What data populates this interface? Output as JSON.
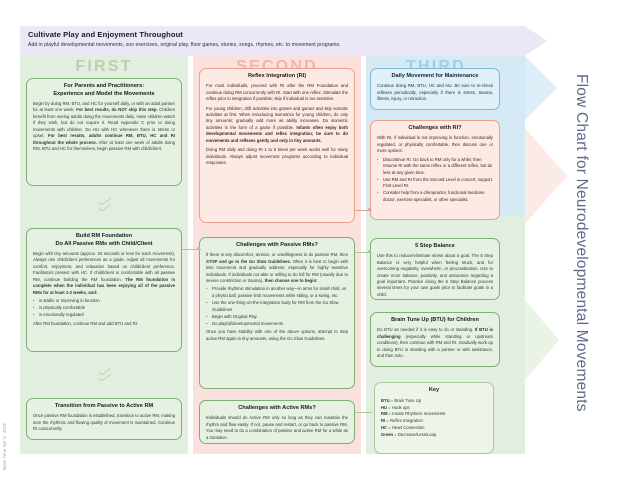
{
  "side_title": "Flow Chart for Neurodevelopmental Movements",
  "side_credit": "Brain Tune Up! © 2023",
  "banner": {
    "title": "Cultivate Play and Enjoyment Throughout",
    "subtitle": "Add in playful developmental movements, zoo exercises, original play, floor games, stories, songs, rhymes, etc. to movement programs."
  },
  "columns": {
    "first": {
      "label": "FIRST",
      "color": "#b6d3ad",
      "band_color": "#e2efe0"
    },
    "second": {
      "label": "SECOND",
      "color": "#f4b4a4",
      "band_color": "#fae1dd"
    },
    "third": {
      "label": "THIRD",
      "color": "#9ecfe4",
      "band_color": "#d6eaf5"
    }
  },
  "boxes": {
    "parents_practitioners": {
      "title": "For Parents and Practitioners:\nExperience and Model the Movements",
      "body": "Begin by doing RM, BTU, and HC for yourself daily, or with an adult partner for at least one week. <b>For best results, do NOT skip this step.</b> Children benefit from seeing adults doing the movements daily. Have children watch if they wish, but do not require it. Read Appendix C prior to doing movements with children. Do HU with HC whenever there is stress or upset. <b>For best results, adults continue RM, BTU, HC and RI throughout the whole process.</b> After at least one week of adults doing RM, BTU and HC for themselves, begin passive RM with child/client."
    },
    "build_foundation": {
      "title": "Build RM Foundation\nDo All Passive RMs with Child/Client",
      "body_1": "Begin with tiny amounts (approx. 20 seconds or less for each movement). Always use child/client preferences as a guide. Adjust all movements for comfort, enjoyment, and relaxation based on child/client preference. Facilitators present with HC. If child/client is comfortable with all passive RM, continue building the RM foundation. <b>The RM foundation is complete when the individual has been enjoying all of the passive RMs for at least 1-2 weeks, and:</b>",
      "bullets": [
        "is stable or improving in function",
        "is physically comfortable",
        "is emotionally regulated"
      ],
      "body_2": "After RM foundation, continue RM and add BTU and RI."
    },
    "transition_passive_active": {
      "title": "Transition from Passive to Active RM",
      "body": "Once passive RM foundation is established, transition to active RM, making sure the rhythmic and flowing quality of movement is maintained. Continue RI concurrently."
    },
    "reflex_integration": {
      "title": "Reflex Integration (RI)",
      "body_1": "For most individuals, proceed with RI after the RM Foundation and continue doing RM concurrently with RI. Start with one reflex. Stimulate the reflex prior to integration if possible; skip if individual is too sensitive.",
      "body_2": "For young children, drift activities into games and games and skip somatic activities at first. When introducing isometrics for young children, do only tiny amounts; gradually add more as ability increases. Do isometric activities in the form of a game if possible. <b>Infants often enjoy both developmental movements and reflex integration; be sure to do movements and reflexes gently and only in tiny amounts.</b>",
      "body_3": "Doing RM daily and doing RI 1 to 5 times per week works well for many individuals. Always adjust movement programs according to individual responses."
    },
    "challenges_passive": {
      "title": "Challenges with Passive RMs?",
      "body_1": "If there is any discomfort, tension, or unwillingness to do passive RM, then <b>STOP and go to the Go Slow Guidelines.</b> Often it is best to begin with less movement and gradually address, especially for highly sensitive individuals. If individuals not able or willing to do full for RM (usually due to severe constriction or trauma), <b>then choose one to begin:</b>",
      "bullets": [
        "Provide rhythmic stimulation in another way—in arms for small child, on a physio ball, passive limb movements while sitting, or a swing, etc.",
        "Use the one-thing-on-the-integration body for RM from the Go Slow Guidelines",
        "Begin with Original Play",
        "Do playful/developmental movements."
      ],
      "body_2": "Once you have stability with one of the above options, attempt to step active RM again in tiny amounts, using the Go Slow Guidelines."
    },
    "challenges_active": {
      "title": "Challenges with Active RMs?",
      "body": "Individuals should do Active RM only so long as they can maintain the rhythm and flow easily. If not, pause and restart, or go back to passive RM. You may need to do a combination of passive and active RM for a while as a transition."
    },
    "daily_movement": {
      "title": "Daily Movement for Maintenance",
      "body": "Continue doing RM, BTU, HC and HU. Be sure to re-check reflexes periodically, especially if there is stress, trauma, illness, injury, or retraction."
    },
    "challenges_ri": {
      "title": "Challenges with RI?",
      "body_1": "With RI, if individual is not improving in function, emotionally regulated, or physically comfortable, then discuss one or more options:",
      "bullets": [
        "Discontinue RI. Go back to RM only for a while; then resume RI with the same reflex or a different reflex, but do less at any given time.",
        "Use RM and RI from the Second Level in concert; support First Level RI.",
        "Consider help from a chiropractor, functional medicine doctor, exercise specialist, or other specialist."
      ]
    },
    "five_step_balance": {
      "title": "5 Step Balance",
      "body": "Use this to reduce/eliminate stress about a goal. The 5 Step Balance is very helpful when feeling stuck, and for overcoming negativity, overwhelm, or procrastination. Use to create more balance, positivity, and assurance regarding a goal important. Practice doing the 5 Step Balance process several times for your own goals prior to facilitate goals in a child."
    },
    "brain_tune_up": {
      "title": "Brain Tune Up (BTU) for Children",
      "body": "Do BTU as needed if it is easy to do or standing. <b>If BTU is challenging</b> (especially while standing or upstream conditions), then continue with RM and RI. Gradually work up to doing BTU in standing with a partner or with assistance, and then solo."
    }
  },
  "key": {
    "title": "Key",
    "items": [
      {
        "abbr": "BTU",
        "def": "= Brain Tune Up"
      },
      {
        "abbr": "HU",
        "def": "= Hook ups"
      },
      {
        "abbr": "RM",
        "def": "= Innate Rhythmic movements"
      },
      {
        "abbr": "RI",
        "def": "= Reflex Integration"
      },
      {
        "abbr": "HC",
        "def": "= Heart Connection"
      },
      {
        "abbr": "Green",
        "def": "= Decrease/Less/Loop"
      }
    ]
  }
}
